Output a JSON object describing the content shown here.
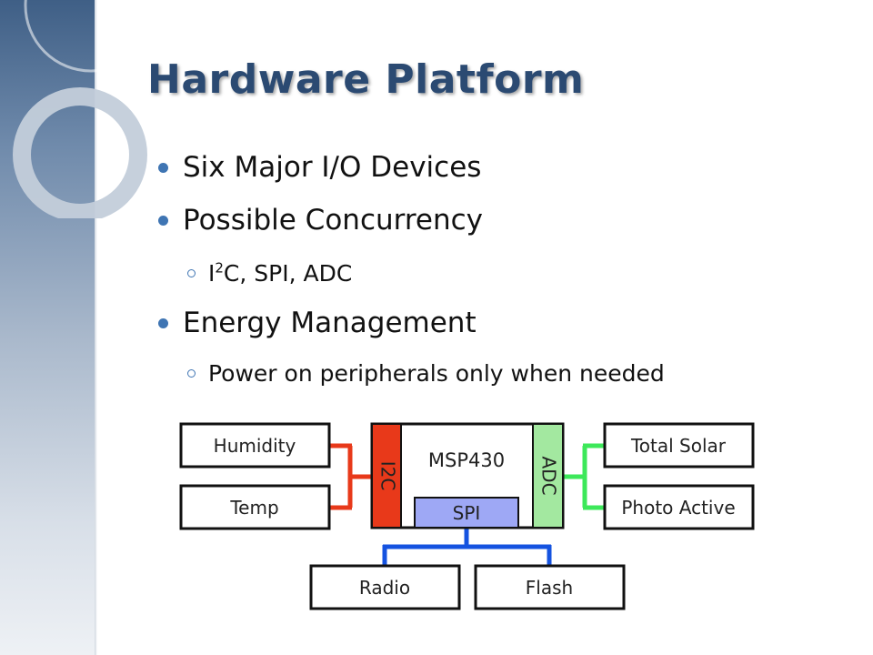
{
  "slide": {
    "title": "Hardware Platform",
    "bullets": [
      {
        "text": "Six Major I/O Devices"
      },
      {
        "text": "Possible Concurrency"
      },
      {
        "sub_pre": "I",
        "sub_sup": "2",
        "sub_post": "C, SPI, ADC"
      },
      {
        "text": "Energy Management"
      },
      {
        "text": "Power on peripherals only when needed"
      }
    ]
  },
  "diagram": {
    "mcu": "MSP430",
    "buses": {
      "i2c": "I2C",
      "adc": "ADC",
      "spi": "SPI"
    },
    "devices": {
      "humidity": "Humidity",
      "temp": "Temp",
      "total_solar": "Total Solar",
      "photo_active": "Photo Active",
      "radio": "Radio",
      "flash": "Flash"
    },
    "colors": {
      "i2c": "#e8391a",
      "adc": "#a3e8a0",
      "spi": "#9ea8f5",
      "spi_wire": "#1553e0",
      "adc_wire": "#3de85a",
      "i2c_wire": "#e8391a"
    }
  }
}
